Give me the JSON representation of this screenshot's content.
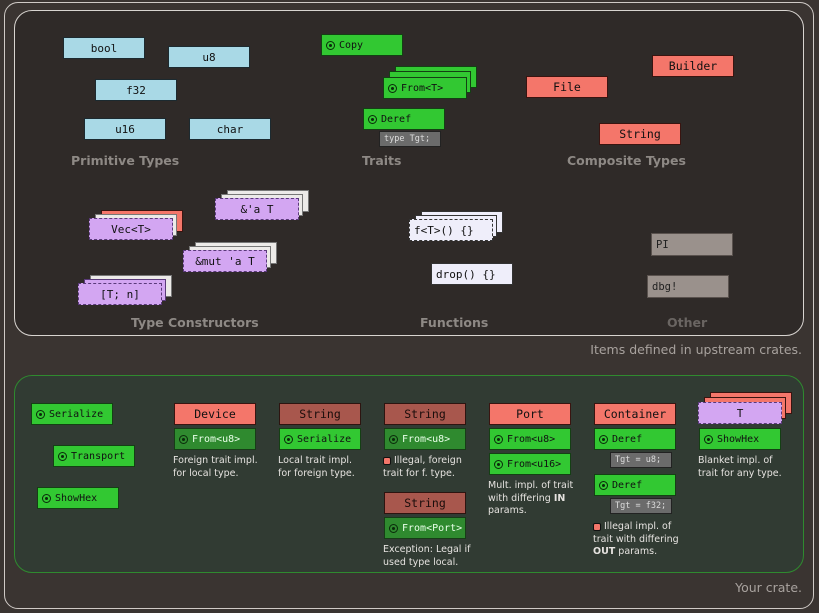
{
  "upstream": {
    "primitives": [
      "bool",
      "u8",
      "f32",
      "u16",
      "char"
    ],
    "traits": {
      "copy": "Copy",
      "from": "From<T>",
      "deref": "Deref",
      "deref_assoc": "type Tgt;"
    },
    "composites": [
      "Builder",
      "File",
      "String"
    ],
    "constructors": [
      "&'a T",
      "Vec<T>",
      "&mut 'a T",
      "[T; n]"
    ],
    "functions": [
      "f<T>() {}",
      "drop() {}"
    ],
    "other": [
      "PI",
      "dbg!"
    ],
    "labels": {
      "primitive": "Primitive Types",
      "traits": "Traits",
      "composite": "Composite Types",
      "constructors": "Type Constructors",
      "functions": "Functions",
      "other": "Other"
    },
    "caption": "Items defined in upstream crates."
  },
  "crate": {
    "local_traits": [
      "Serialize",
      "Transport",
      "ShowHex"
    ],
    "device": {
      "type": "Device",
      "trait": "From<u8>",
      "note": "Foreign trait impl. for local type."
    },
    "string1": {
      "type": "String",
      "trait": "Serialize",
      "note": "Local trait impl. for foreign type."
    },
    "string2": {
      "type": "String",
      "trait": "From<u8>",
      "note": "Illegal, foreign trait for f. type."
    },
    "string3": {
      "type": "String",
      "trait": "From<Port>",
      "note": "Exception: Legal if used type local."
    },
    "port": {
      "type": "Port",
      "traits": [
        "From<u8>",
        "From<u16>"
      ],
      "note_a": "Mult. impl. of trait with differing ",
      "note_b": "IN",
      "note_c": " params."
    },
    "container": {
      "type": "Container",
      "trait1": "Deref",
      "assoc1": "Tgt = u8;",
      "trait2": "Deref",
      "assoc2": "Tgt = f32;",
      "note_a": "Illegal impl. of trait with differing ",
      "note_b": "OUT",
      "note_c": " params."
    },
    "blanket": {
      "type": "T",
      "trait": "ShowHex",
      "note": "Blanket impl. of trait for any type."
    },
    "caption": "Your crate."
  },
  "colors": {
    "primitive": "#a9d9e6",
    "trait": "#32c832",
    "composite": "#f4766a",
    "constructor": "#d3a6f2",
    "background": "#3a3431"
  }
}
